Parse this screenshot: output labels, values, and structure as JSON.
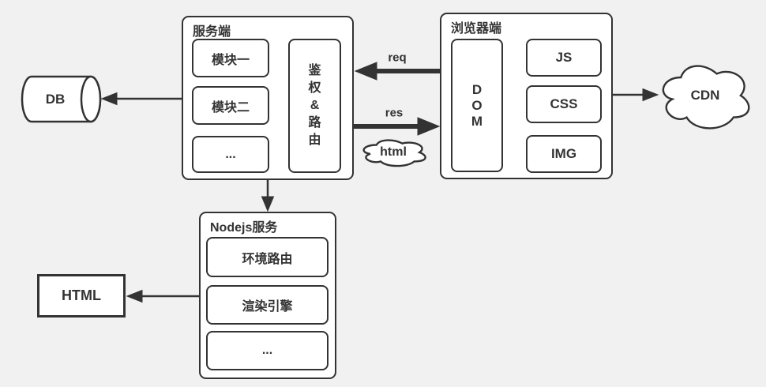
{
  "colors": {
    "background": "#f1f1f2",
    "stroke": "#333333",
    "shape_fill": "#ffffff",
    "text": "#333333"
  },
  "server": {
    "title": "服务端",
    "modules": [
      "模块一",
      "模块二",
      "..."
    ],
    "gateway": "鉴权&路由",
    "gateway_chars": [
      "鉴",
      "权",
      "&",
      "路",
      "由"
    ]
  },
  "browser": {
    "title": "浏览器端",
    "dom": "DOM",
    "dom_chars": [
      "D",
      "O",
      "M"
    ],
    "assets": [
      "JS",
      "CSS",
      "IMG"
    ]
  },
  "nodejs": {
    "title": "Nodejs服务",
    "modules": [
      "环境路由",
      "渲染引擎",
      "..."
    ]
  },
  "db": {
    "label": "DB"
  },
  "cdn": {
    "label": "CDN"
  },
  "html_output": {
    "label": "HTML"
  },
  "edges": {
    "req_label": "req",
    "res_label": "res",
    "html_cloud_label": "html"
  }
}
